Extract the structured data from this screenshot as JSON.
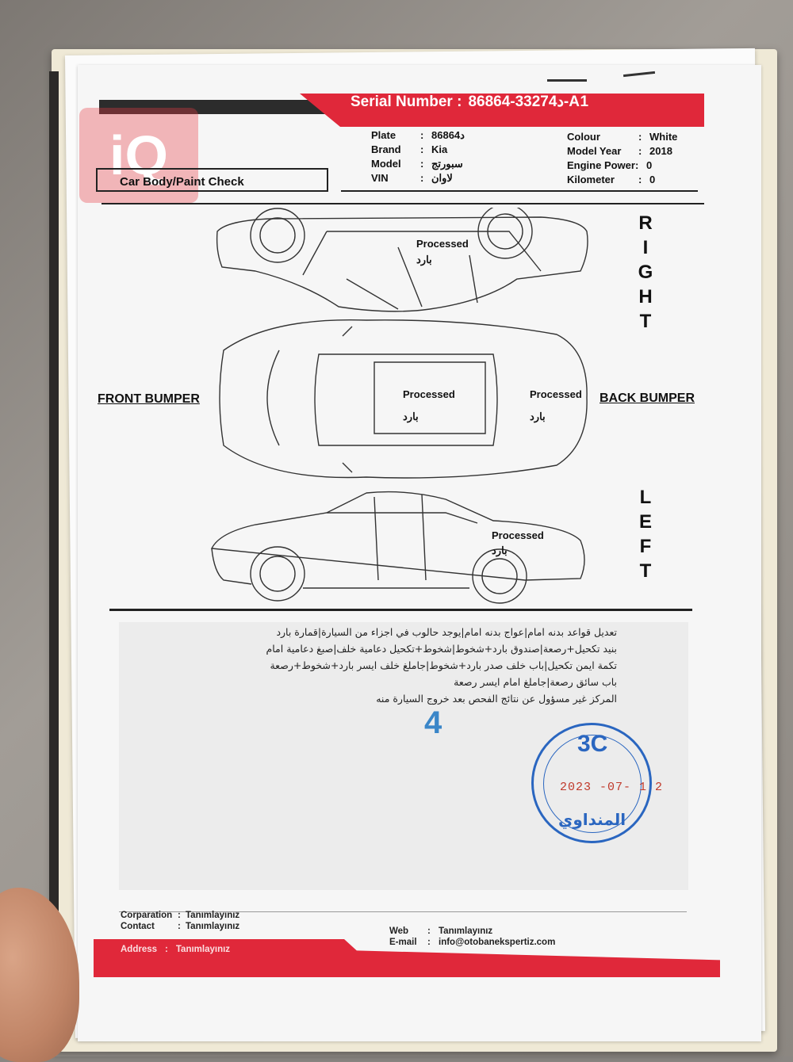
{
  "header": {
    "serial_label": "Serial Number :",
    "serial_value": "د33274-86864-A1",
    "section_title": "Car Body/Paint Check",
    "watermark": "iQ"
  },
  "vehicle": {
    "left": [
      {
        "label": "Plate",
        "value": "د86864"
      },
      {
        "label": "Brand",
        "value": "Kia"
      },
      {
        "label": "Model",
        "value": "سبورتج"
      },
      {
        "label": "VIN",
        "value": "لاوان"
      }
    ],
    "right": [
      {
        "label": "Colour",
        "value": "White"
      },
      {
        "label": "Model Year",
        "value": "2018"
      },
      {
        "label": "Engine Power:",
        "value": "0"
      },
      {
        "label": "Kilometer",
        "value": "0"
      }
    ]
  },
  "diagram": {
    "right_letters": [
      "R",
      "I",
      "G",
      "H",
      "T"
    ],
    "left_letters": [
      "L",
      "E",
      "F",
      "T"
    ],
    "front_label": "FRONT BUMPER",
    "back_label": "BACK BUMPER",
    "marks": [
      {
        "en": "Processed",
        "ar": "بارد"
      },
      {
        "en": "Processed",
        "ar": "بارد"
      },
      {
        "en": "Processed",
        "ar": "بارد"
      },
      {
        "en": "Processed",
        "ar": "بارد"
      }
    ]
  },
  "notes": [
    "تعديل قواعد بدنه امام|عواج بدنه امام|يوجد حالوب في اجزاء من السيارة|قمارة بارد",
    "بنيد تكحيل+رصعة|صندوق بارد+شخوط|شخوط+تكحيل دعامية خلف|صبغ دعامية امام",
    "تكمة ايمن تكحيل|باب خلف صدر بارد+شخوط|جاملغ خلف ايسر بارد+شخوط+رصعة",
    "باب سائق رصعة|جاملغ امام ايسر رصعة",
    "المركز غير مسؤول عن نتائج الفحص بعد خروج السيارة منه"
  ],
  "handwritten_number": "4",
  "stamp": {
    "code": "3C",
    "date": "2023 -07- 1 2",
    "name": "المنداوي"
  },
  "footer": {
    "corporation_label": "Corparation",
    "corporation_value": "Tanımlayınız",
    "contact_label": "Contact",
    "contact_value": "Tanımlayınız",
    "web_label": "Web",
    "web_value": "Tanımlayınız",
    "email_label": "E-mail",
    "email_value": "info@otobanekspertiz.com",
    "address_label": "Address",
    "address_value": "Tanımlayınız"
  }
}
